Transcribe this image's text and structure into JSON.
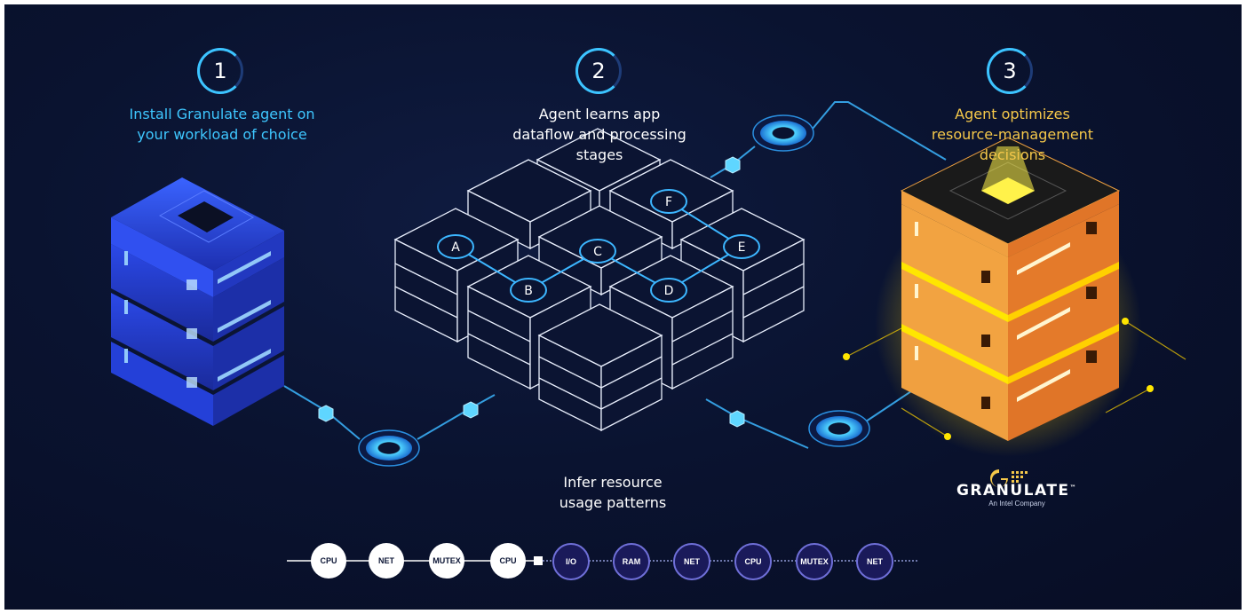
{
  "steps": [
    {
      "number": "1",
      "lines": [
        "Install Granulate agent on",
        "your workload of choice"
      ]
    },
    {
      "number": "2",
      "lines": [
        "Agent learns app",
        "dataflow and processing",
        "stages"
      ]
    },
    {
      "number": "3",
      "lines": [
        "Agent optimizes",
        "resource-management",
        "decisions"
      ]
    }
  ],
  "infer": {
    "lines": [
      "Infer resource",
      "usage patterns"
    ]
  },
  "nodes": [
    "A",
    "B",
    "C",
    "D",
    "E",
    "F"
  ],
  "brand": {
    "name": "GRANULATE",
    "tagline": "An Intel Company",
    "trademark": "™"
  },
  "timeline": [
    {
      "label": "CPU",
      "style": "light"
    },
    {
      "label": "NET",
      "style": "light"
    },
    {
      "label": "MUTEX",
      "style": "light"
    },
    {
      "label": "CPU",
      "style": "light"
    },
    {
      "label": "I/O",
      "style": "dark"
    },
    {
      "label": "RAM",
      "style": "dark"
    },
    {
      "label": "NET",
      "style": "dark"
    },
    {
      "label": "CPU",
      "style": "dark"
    },
    {
      "label": "MUTEX",
      "style": "dark"
    },
    {
      "label": "NET",
      "style": "dark"
    }
  ],
  "colors": {
    "background": "#0a1330",
    "step1_text": "#3ec7ff",
    "step3_text": "#f5c84a",
    "blue_server": "#2a4ff0",
    "gold_server": "#f39a3c",
    "glow_yellow": "#ffe600",
    "connector": "#3cb6ff"
  }
}
